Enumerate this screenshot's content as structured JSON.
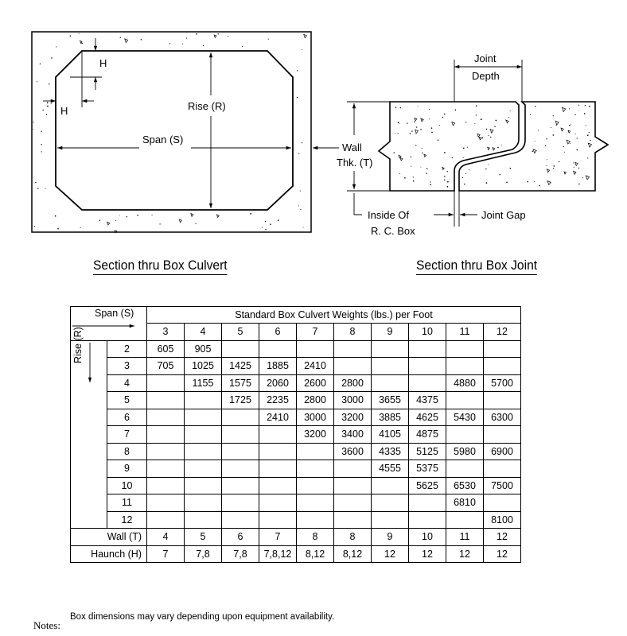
{
  "culvert_section": {
    "h_label_top": "H",
    "h_label_left": "H",
    "rise_label": "Rise (R)",
    "span_label": "Span (S)",
    "caption": "Section thru Box Culvert"
  },
  "joint_section": {
    "joint_depth_line1": "Joint",
    "joint_depth_line2": "Depth",
    "wall_line1": "Wall",
    "wall_line2": "Thk. (T)",
    "inside_line1": "Inside Of",
    "inside_line2": "R. C. Box",
    "joint_gap": "Joint Gap",
    "caption": "Section thru Box Joint"
  },
  "table": {
    "title": "Standard Box Culvert Weights (lbs.) per Foot",
    "span_header": "Span (S)",
    "rise_header": "Rise (R)",
    "spans": [
      "3",
      "4",
      "5",
      "6",
      "7",
      "8",
      "9",
      "10",
      "11",
      "12"
    ],
    "rows": [
      {
        "rise": "2",
        "cells": [
          "605",
          "905",
          "",
          "",
          "",
          "",
          "",
          "",
          "",
          ""
        ]
      },
      {
        "rise": "3",
        "cells": [
          "705",
          "1025",
          "1425",
          "1885",
          "2410",
          "",
          "",
          "",
          "",
          ""
        ]
      },
      {
        "rise": "4",
        "cells": [
          "",
          "1155",
          "1575",
          "2060",
          "2600",
          "2800",
          "",
          "",
          "4880",
          "5700"
        ]
      },
      {
        "rise": "5",
        "cells": [
          "",
          "",
          "1725",
          "2235",
          "2800",
          "3000",
          "3655",
          "4375",
          "",
          ""
        ]
      },
      {
        "rise": "6",
        "cells": [
          "",
          "",
          "",
          "2410",
          "3000",
          "3200",
          "3885",
          "4625",
          "5430",
          "6300"
        ]
      },
      {
        "rise": "7",
        "cells": [
          "",
          "",
          "",
          "",
          "3200",
          "3400",
          "4105",
          "4875",
          "",
          ""
        ]
      },
      {
        "rise": "8",
        "cells": [
          "",
          "",
          "",
          "",
          "",
          "3600",
          "4335",
          "5125",
          "5980",
          "6900"
        ]
      },
      {
        "rise": "9",
        "cells": [
          "",
          "",
          "",
          "",
          "",
          "",
          "4555",
          "5375",
          "",
          ""
        ]
      },
      {
        "rise": "10",
        "cells": [
          "",
          "",
          "",
          "",
          "",
          "",
          "",
          "5625",
          "6530",
          "7500"
        ]
      },
      {
        "rise": "11",
        "cells": [
          "",
          "",
          "",
          "",
          "",
          "",
          "",
          "",
          "6810",
          ""
        ]
      },
      {
        "rise": "12",
        "cells": [
          "",
          "",
          "",
          "",
          "",
          "",
          "",
          "",
          "",
          "8100"
        ]
      }
    ],
    "wall_label": "Wall (T)",
    "wall": [
      "4",
      "5",
      "6",
      "7",
      "8",
      "8",
      "9",
      "10",
      "11",
      "12"
    ],
    "haunch_label": "Haunch (H)",
    "haunch": [
      "7",
      "7,8",
      "7,8",
      "7,8,12",
      "8,12",
      "8,12",
      "12",
      "12",
      "12",
      "12"
    ]
  },
  "notes": {
    "label": "Notes:",
    "text": "Box dimensions may vary depending upon equipment availability."
  }
}
